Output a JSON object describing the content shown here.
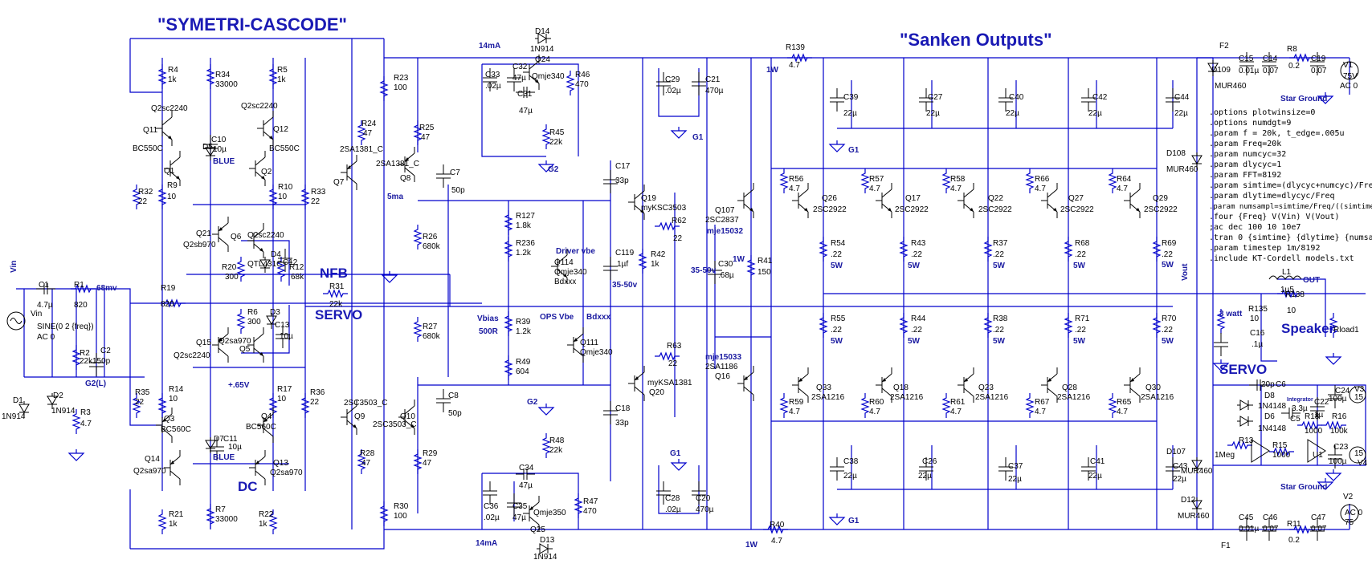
{
  "titles": {
    "main": "\"SYMETRI-CASCODE\"",
    "outputs": "\"Sanken Outputs\""
  },
  "section_labels": {
    "nfb": "NFB",
    "servo": "SERVO",
    "dc": "DC",
    "speaker": "Speaker",
    "servo_block": "SERVO"
  },
  "annotations": {
    "ma14_top": "14mA",
    "ma14_bot": "14mA",
    "ma5": "5ma",
    "mv68": "68mv",
    "g2l": "G2(L)",
    "v065": "+.65V",
    "driver_vbe": "Driver vbe",
    "ops_vbe": "OPS Vbe",
    "bdxxx_a": "Bdxxx",
    "bdxxx_b": "Bdxxx",
    "vbias": "Vbias",
    "r500": "500R",
    "v3550_a": "35-50v",
    "v3550_b": "35-50v",
    "w1_a": "1W",
    "w1_b": "1W",
    "w1_c": "1W",
    "w3": "3 watt",
    "star_ground_top": "Star Ground",
    "star_ground_bot": "Star Ground",
    "integrator": "Integrator",
    "vin_label": "Vin",
    "vout_label": "Vout",
    "out_label": "OUT",
    "blue_a": "BLUE",
    "blue_b": "BLUE"
  },
  "grounds": {
    "g1_a": "G1",
    "g1_b": "G1",
    "g1_c": "G1",
    "g1_d": "G1",
    "g2_a": "G2",
    "g2_b": "G2"
  },
  "directives": [
    ".options plotwinsize=0",
    ".options numdgt=9",
    ".param f = 20k, t_edge=.005u",
    ".param Freq=20k",
    ".param numcyc=32",
    ".param dlycyc=1",
    ".param FFT=8192",
    ".param simtime=(dlycyc+numcyc)/Freq",
    ".param dlytime=dlycyc/Freq",
    ".param numsampl=simtime/Freq/((simtime",
    ".four {Freq} V(Vin) V(Vout)",
    ";ac dec 100 10 10e7",
    ".tran 0 {simtime} {dlytime} {numsampl}",
    ".param timestep 1m/8192",
    ".include KT-Cordell models.txt"
  ],
  "source_vin": [
    "Vin",
    "SINE(0 2 {freq})",
    "AC 0"
  ],
  "labels": {
    "C1": "C1",
    "C1v": "4.7µ",
    "R1": "R1",
    "R1v": "820",
    "R2": "R2",
    "R2v": "22k",
    "C2": "C2",
    "C2v": "150p",
    "D1": "D1",
    "D1v": "1N914",
    "D2": "D2",
    "D2v": "1N914",
    "R3": "R3",
    "R3v": "4.7",
    "R4": "R4",
    "R4v": "1k",
    "R34": "R34",
    "R34v": "33000",
    "R5": "R5",
    "R5v": "1k",
    "Q2sc2240a": "Q2sc2240",
    "Q2sc2240b": "Q2sc2240",
    "Q11": "Q11",
    "BC550Ca": "BC550C",
    "Q12": "Q12",
    "BC550Cb": "BC550C",
    "C10": "C10",
    "C10v": "10µ",
    "D5": "D5",
    "Q1": "Q1",
    "R9": "R9",
    "R9v": "10",
    "Q2": "Q2",
    "R10": "R10",
    "R10v": "10",
    "R32": "R32",
    "R32v": "22",
    "R33": "R33",
    "R33v": "22",
    "Q21": "Q21",
    "Q2sb970": "Q2sb970",
    "Q6": "Q6",
    "Q2sc2240c": "Q2sc2240",
    "R20": "R20",
    "R20v": "300",
    "QTL": "QTL431C",
    "D4": "D4",
    "C12": "C12",
    "R12": "R12",
    "R12v": "68k",
    "R19": "R19",
    "R19v": "820",
    "R31": "R31",
    "R31v": "22k",
    "R6": "R6",
    "R6v": "300",
    "D3": "D3",
    "C13": "C13",
    "C13v": "10µ",
    "Q15": "Q15",
    "Q2sa970a": "Q2sa970",
    "Q5": "Q5",
    "Q2sc2240d": "Q2sc2240",
    "R35": "R35",
    "R35v": "22",
    "R14": "R14",
    "R14v": "10",
    "Q3": "Q3",
    "BC560Ca": "BC560C",
    "R17": "R17",
    "R17v": "10",
    "Q4": "Q4",
    "BC560Cb": "BC560C",
    "R36": "R36",
    "R36v": "22",
    "D7": "D7",
    "C11": "C11",
    "C11v": "10µ",
    "Q14": "Q14",
    "Q2sa970b": "Q2sa970",
    "Q13": "Q13",
    "Q2sa970c": "Q2sa970",
    "R21": "R21",
    "R21v": "1k",
    "R7": "R7",
    "R7v": "33000",
    "R22": "R22",
    "R22v": "1k",
    "R23": "R23",
    "R23v": "100",
    "R24": "R24",
    "R24v": "47",
    "R25": "R25",
    "R25v": "47",
    "Q7": "Q7",
    "A1381a": "2SA1381_C",
    "A1381b": "2SA1381_C",
    "Q8": "Q8",
    "C7": "C7",
    "C7v": "50p",
    "R26": "R26",
    "R26v": "680k",
    "R27": "R27",
    "R27v": "680k",
    "C8": "C8",
    "C8v": "50p",
    "Q9": "Q9",
    "C3503a": "2SC3503_C",
    "Q10": "Q10",
    "C3503b": "2SC3503_C",
    "R28": "R28",
    "R28v": "47",
    "R29": "R29",
    "R29v": "47",
    "R30": "R30",
    "R30v": "100",
    "D14": "D14",
    "D14v": "1N914",
    "Q24": "Q24",
    "Qmje340a": "Qmje340",
    "C33": "C33",
    "C33v": ".02µ",
    "C32": "C32",
    "C32v": "47µ",
    "C31": "C31",
    "C31v": "47µ",
    "R46": "R46",
    "R46v": "470",
    "R45": "R45",
    "R45v": "22k",
    "C29": "C29",
    "C29v": ".02µ",
    "C21": "C21",
    "C21v": "470µ",
    "C17": "C17",
    "C17v": "33p",
    "Q19": "Q19",
    "KSC3503": "myKSC3503",
    "R62": "R62",
    "R62v": "22",
    "R127": "R127",
    "R127v": "1.8k",
    "R236": "R236",
    "R236v": "1.2k",
    "Q114": "Q114",
    "Qmje340b": "Qmje340",
    "C119": "C119",
    "C119v": "1µf",
    "R42": "R42",
    "R42v": "1k",
    "Q107": "Q107",
    "C2837": "2SC2837",
    "mje15032": "mje15032",
    "C30": "C30",
    "C30v": ".68µ",
    "R41": "R41",
    "R41v": "150",
    "R39": "R39",
    "R39v": "1.2k",
    "R49": "R49",
    "R49v": "604",
    "Q111": "Q111",
    "Qmje340c": "Qmje340",
    "R63": "R63",
    "R63v": "22",
    "mje15033": "mje15033",
    "A1186": "2SA1186",
    "Q16": "Q16",
    "KSA1381": "myKSA1381",
    "Q20": "Q20",
    "C18": "C18",
    "C18v": "33p",
    "R48": "R48",
    "R48v": "22k",
    "C34": "C34",
    "C34v": "47µ",
    "C36": "C36",
    "C36v": ".02µ",
    "C35": "C35",
    "C35v": "47µ",
    "Qmje350": "Qmje350",
    "Q25": "Q25",
    "R47": "R47",
    "R47v": "470",
    "D13": "D13",
    "D13v": "1N914",
    "C28": "C28",
    "C28v": ".02µ",
    "C20": "C20",
    "C20v": "470µ",
    "R139": "R139",
    "R139v": "4.7",
    "R40": "R40",
    "R40v": "4.7",
    "C39": "C39",
    "C39v": "22µ",
    "C27": "C27",
    "C27v": "22µ",
    "C40": "C40",
    "C40v": "22µ",
    "C42": "C42",
    "C42v": "22µ",
    "C44": "C44",
    "C44v": "22µ",
    "C38": "C38",
    "C38v": "22µ",
    "C26": "C26",
    "C26v": "22µ",
    "C37": "C37",
    "C37v": "22µ",
    "C41": "C41",
    "C41v": "22µ",
    "C43": "C43",
    "C43v": "22µ",
    "R56": "R56",
    "R57": "R57",
    "R58": "R58",
    "R66": "R66",
    "R64": "R64",
    "r47": "4.7",
    "Q26": "Q26",
    "Q17": "Q17",
    "Q22": "Q22",
    "Q27": "Q27",
    "Q29": "Q29",
    "C2922": "2SC2922",
    "R54": "R54",
    "R43": "R43",
    "R37": "R37",
    "R68": "R68",
    "R69": "R69",
    "r22": ".22",
    "w5": "5W",
    "R55": "R55",
    "R44": "R44",
    "R38": "R38",
    "R71": "R71",
    "R70": "R70",
    "R59": "R59",
    "R60": "R60",
    "R61": "R61",
    "R67": "R67",
    "R65": "R65",
    "Q33": "Q33",
    "Q18": "Q18",
    "Q23": "Q23",
    "Q28": "Q28",
    "Q30": "Q30",
    "A1216": "2SA1216",
    "F2": "F2",
    "D109": "D109",
    "MUR460a": "MUR460",
    "C15": "C15",
    "C15v": "0.01µ",
    "C14": "C14",
    "C14v": "0.07",
    "R8": "R8",
    "R8v": "0.2",
    "C19": "C19",
    "C19v": "0.07",
    "V1": "V1",
    "V1v": "75V",
    "V1ac": "AC 0",
    "D108": "D108",
    "MUR460b": "MUR460",
    "L1": "L1",
    "L1v": "1µ5",
    "R138": "R138",
    "R138v": "10",
    "R135": "R135",
    "R135v": "10",
    "C16": "C16",
    "C16v": ".1µ",
    "Rload1": "Rload1",
    "C6": "C6",
    "C6v": "20p",
    "D8": "D8",
    "D8v": "1N4148",
    "D6": "D6",
    "D6v": "1N4148",
    "C5": "C5",
    "C5v": "3.3µ",
    "C22": "C22",
    "C22v": "1µ",
    "C24": "C24",
    "C24v": "100µ",
    "V3": "V3",
    "V3v": "15",
    "R13": "R13",
    "R13v": "1Meg",
    "R15": "R15",
    "R15v": "1000",
    "R18": "R18",
    "R18v": "1000",
    "R16": "R16",
    "R16v": "100k",
    "U1": "U1",
    "C23": "C23",
    "C23v": "100µ",
    "V4": "V4",
    "V4v": "15",
    "D107": "D107",
    "MUR460c": "MUR460",
    "D12": "D12",
    "MUR460d": "MUR460",
    "F1": "F1",
    "C45": "C45",
    "C45v": "0.01µ",
    "C46": "C46",
    "C46v": "0.07",
    "R11": "R11",
    "R11v": "0.2",
    "C47": "C47",
    "C47v": "0.07",
    "V2": "V2",
    "V2v": "75",
    "V2ac": "AC 0"
  }
}
